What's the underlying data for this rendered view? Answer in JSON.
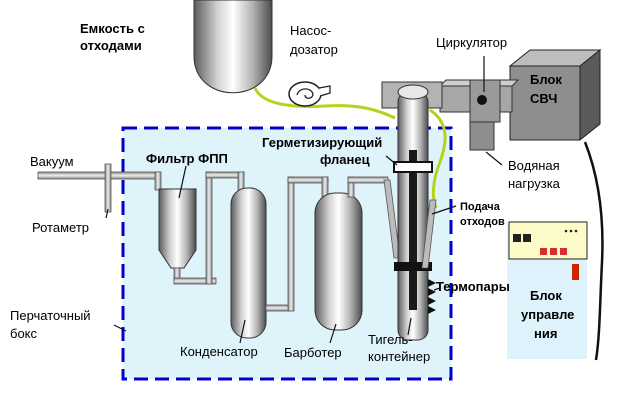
{
  "labels": {
    "waste_container_line1": "Емкость      с",
    "waste_container_line2": "отходами",
    "pump_line1": "Насос-",
    "pump_line2": "дозатор",
    "circulator": "Циркулятор",
    "microwave_unit_line1": "Блок",
    "microwave_unit_line2": "СВЧ",
    "sealing_flange_line1": "Герметизирующий",
    "sealing_flange_line2": "фланец",
    "vacuum": "Вакуум",
    "filter": "Фильтр ФПП",
    "water_load_line1": "Водяная",
    "water_load_line2": "нагрузка",
    "feed_line1": "Подача",
    "feed_line2": "отходов",
    "rotameter": "Ротаметр",
    "thermocouples": "Термопары",
    "control_unit_line1": "Блок",
    "control_unit_line2": "управле",
    "control_unit_line3": "ния",
    "glovebox_line1": "Перчаточный",
    "glovebox_line2": "бокс",
    "condenser": "Конденсатор",
    "bubbler": "Барботер",
    "crucible_line1": "Тигель-",
    "crucible_line2": "контейнер"
  },
  "colors": {
    "glovebox_fill": "#dff3fb",
    "glovebox_border": "#0000cc",
    "control_panel_face": "#fdfbc8",
    "control_box": "#ddf2fb",
    "waste_feed_line": "#b4d21e",
    "indicator_red": "#cc2200"
  },
  "icons": {
    "pump": "pump-icon",
    "thermocouples": "thermocouple-icons"
  }
}
